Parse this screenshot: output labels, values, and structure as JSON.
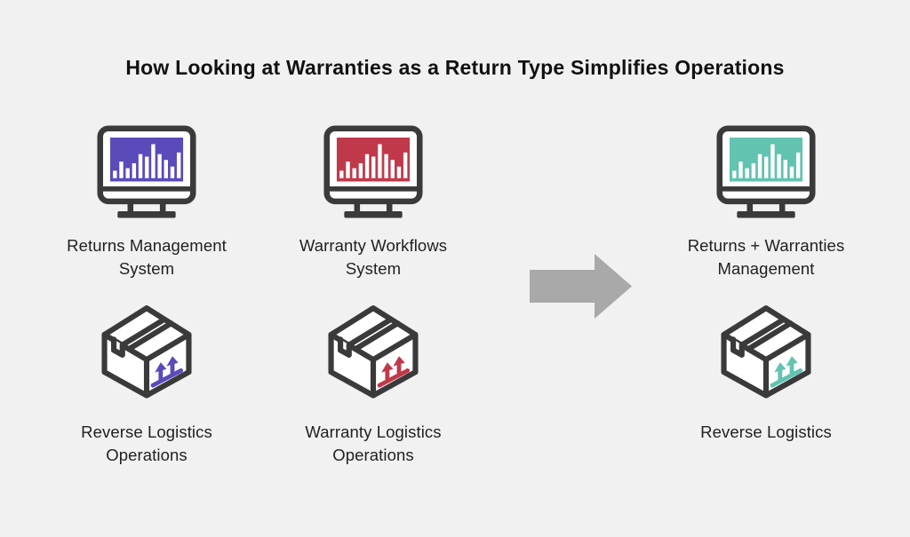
{
  "title": "How Looking at Warranties as a Return Type Simplifies Operations",
  "colors": {
    "background": "#F1F1F1",
    "icon_outline": "#3A3A3A",
    "text": "#212121",
    "purple": "#5A4BBB",
    "red": "#C0394A",
    "teal": "#61C3B0"
  },
  "monitor_bars": [
    9,
    20,
    12,
    18,
    29,
    26,
    41,
    29,
    22,
    14,
    31
  ],
  "before": {
    "cells": [
      {
        "icon": "monitor-bar-chart-icon",
        "label": "Returns Management\nSystem",
        "accent": "#5A4BBB"
      },
      {
        "icon": "monitor-bar-chart-icon",
        "label": "Warranty Workflows\nSystem",
        "accent": "#C0394A"
      },
      {
        "icon": "package-box-icon",
        "label": "Reverse Logistics\nOperations",
        "accent": "#5A4BBB"
      },
      {
        "icon": "package-box-icon",
        "label": "Warranty Logistics\nOperations",
        "accent": "#C0394A"
      }
    ]
  },
  "arrow": {
    "icon": "right-arrow-icon",
    "color": "#A9A9A9"
  },
  "after": {
    "cells": [
      {
        "icon": "monitor-bar-chart-icon",
        "label": "Returns + Warranties\nManagement",
        "accent": "#61C3B0"
      },
      {
        "icon": "package-box-icon",
        "label": "Reverse Logistics",
        "accent": "#61C3B0"
      }
    ]
  }
}
